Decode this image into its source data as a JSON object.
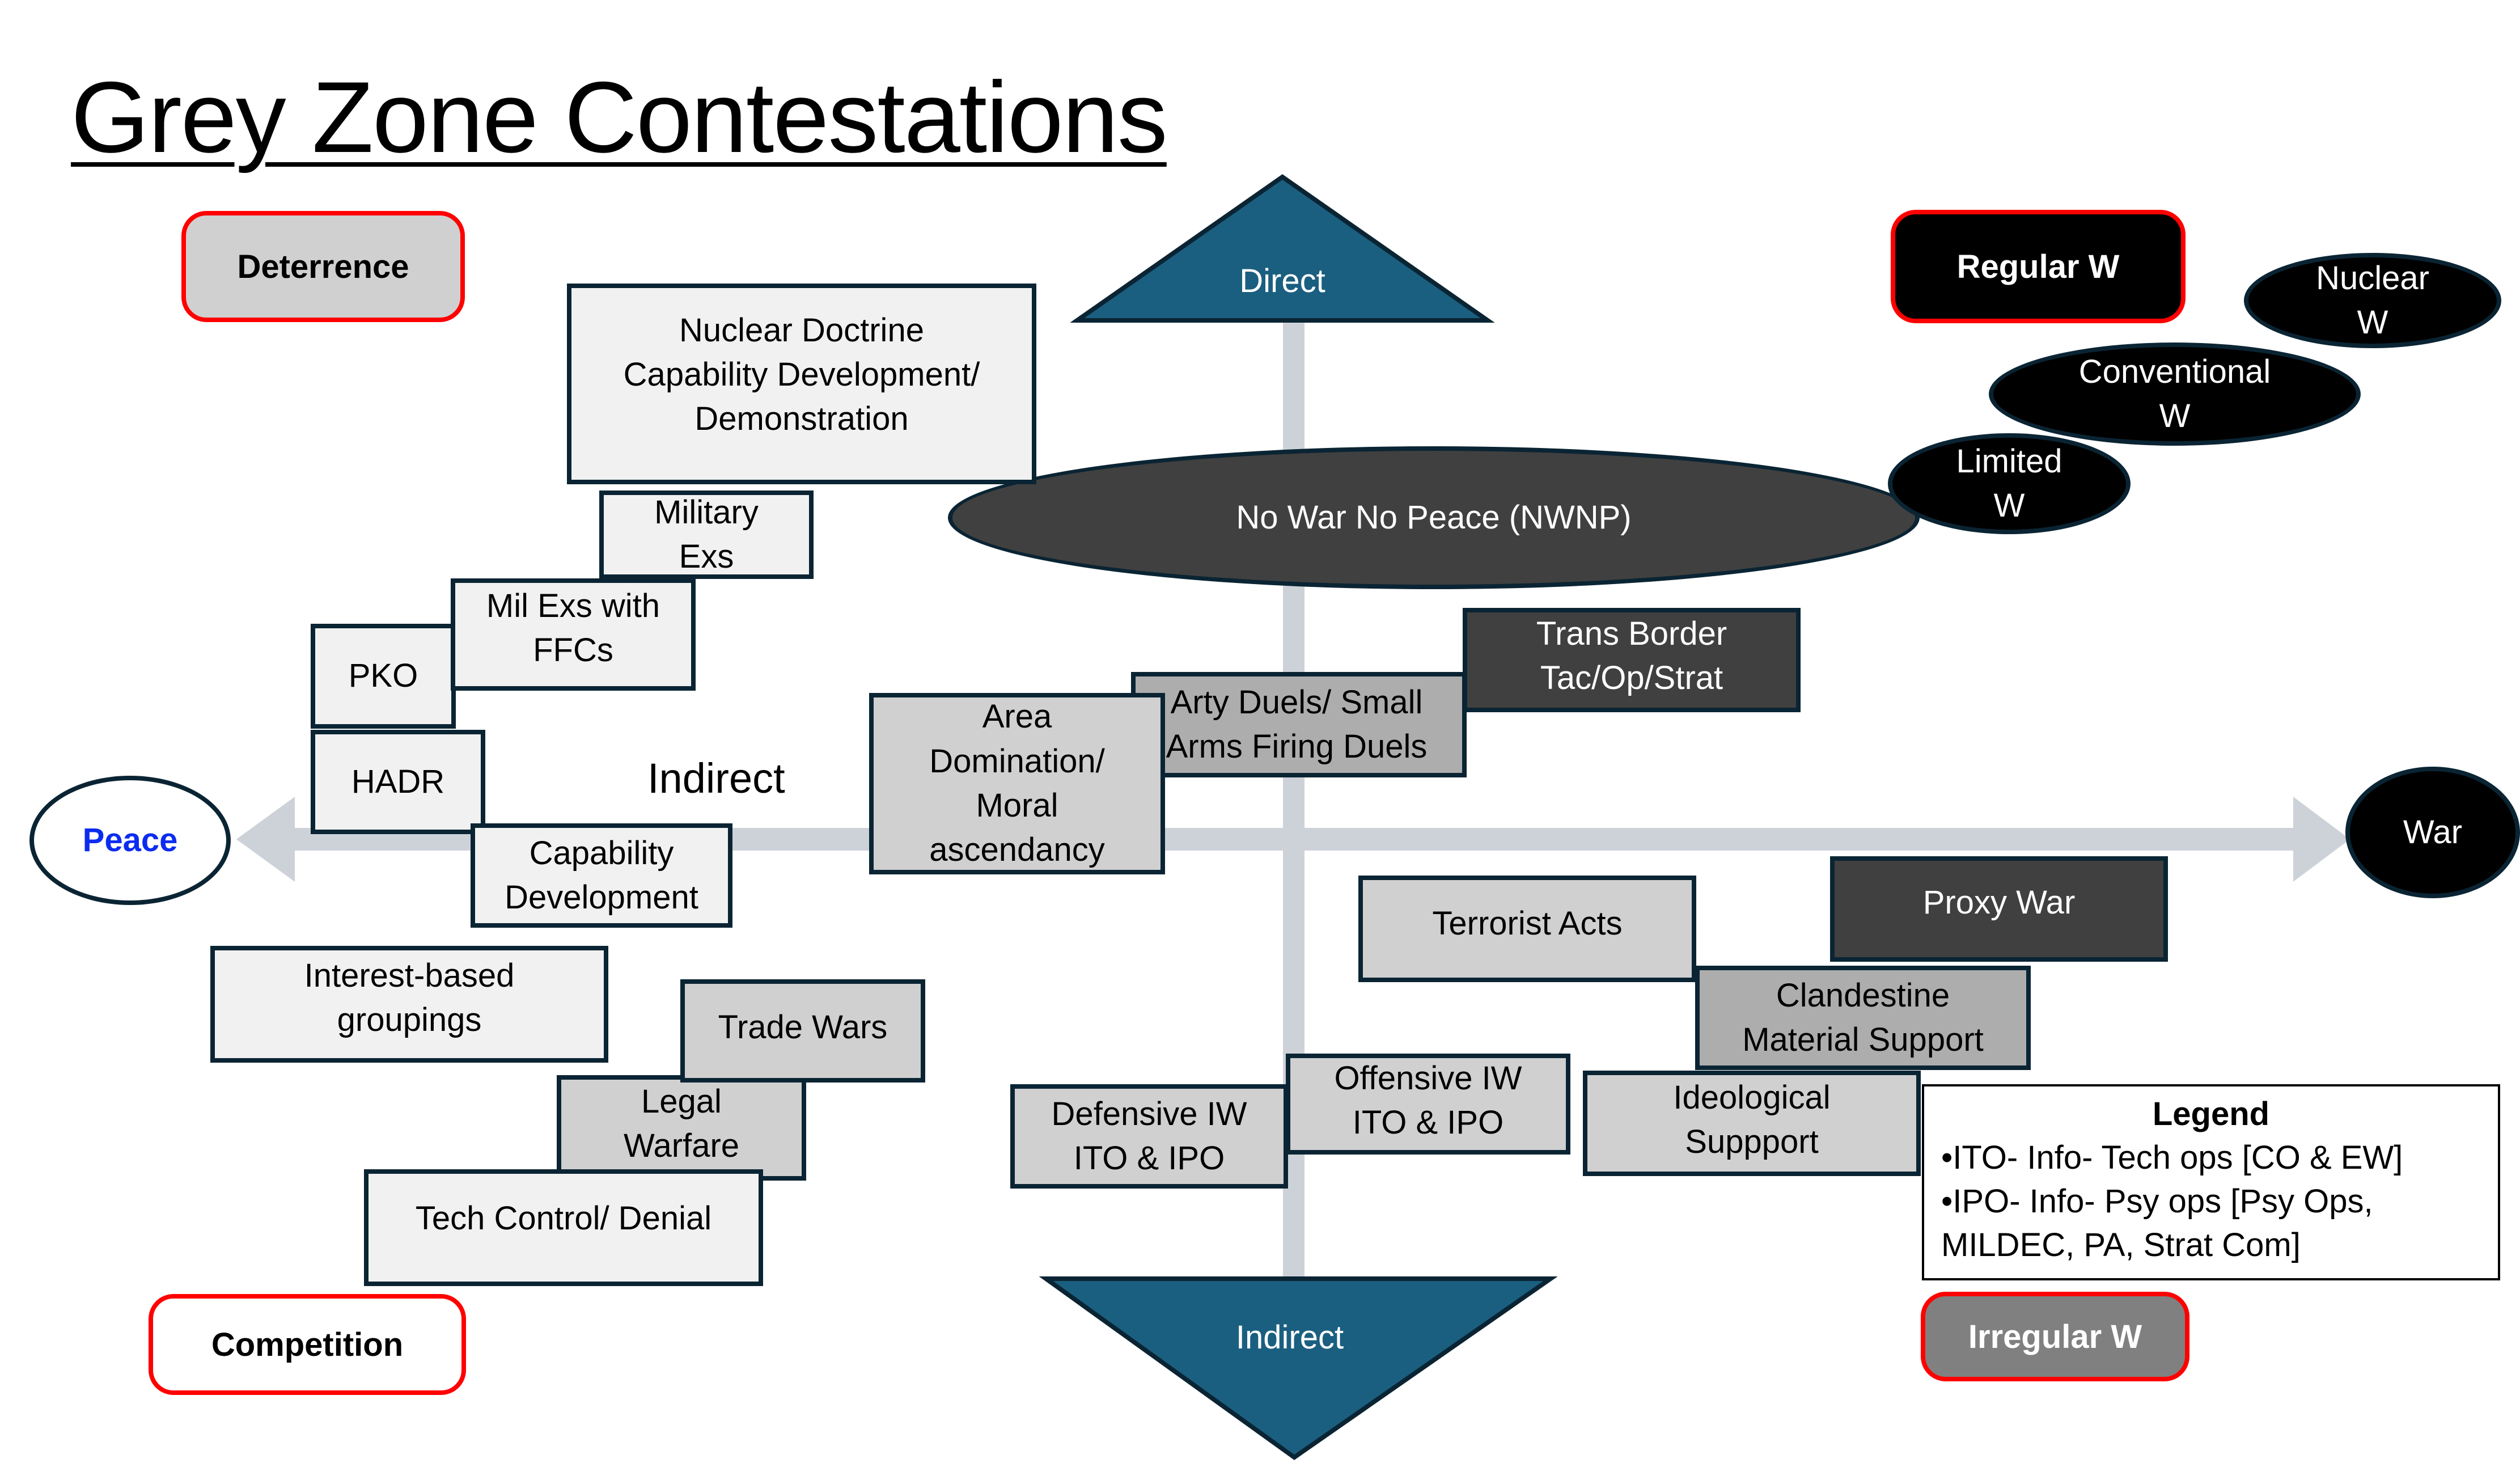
{
  "title": "Grey Zone Contestations",
  "colors": {
    "accent_red": "#ff0000",
    "triangle_blue": "#1a5f80",
    "axis_grey": "#cdd2d9",
    "peace_text": "#0b2cf0",
    "box_border": "#0a2433"
  },
  "axes": {
    "top_label": "Direct",
    "bottom_label": "Indirect",
    "left_end": "Peace",
    "right_end": "War",
    "inline_indirect_label": "Indirect"
  },
  "categories": {
    "deterrence": "Deterrence",
    "competition": "Competition",
    "regular_war": "Regular W",
    "irregular_war": "Irregular W"
  },
  "center": {
    "nwnp": "No War No Peace (NWNP)"
  },
  "regular_war_types": [
    "Limited\nW",
    "Conventional\nW",
    "Nuclear\nW"
  ],
  "upper_left": {
    "nuclear_doctrine": "Nuclear Doctrine\nCapability Development/\nDemonstration",
    "military_exs": "Military\nExs",
    "mil_exs_ffcs": "Mil Exs with\nFFCs",
    "pko": "PKO",
    "hadr": "HADR",
    "capability_development": "Capability\nDevelopment"
  },
  "upper_right": {
    "area_domination": "Area\nDomination/\nMoral\nascendancy",
    "arty_duels": "Arty Duels/ Small\nArms Firing Duels",
    "trans_border": "Trans Border\nTac/Op/Strat"
  },
  "lower_left": {
    "interest_groupings": "Interest-based\ngroupings",
    "trade_wars": "Trade Wars",
    "legal_warfare": "Legal\nWarfare",
    "tech_control": "Tech Control/ Denial"
  },
  "lower_right": {
    "terrorist_acts": "Terrorist Acts",
    "proxy_war": "Proxy War",
    "clandestine_support": "Clandestine\nMaterial Support",
    "offensive_iw": "Offensive IW\nITO & IPO",
    "defensive_iw": "Defensive IW\nITO & IPO",
    "ideological_support": "Ideological\nSuppport"
  },
  "legend": {
    "heading": "Legend",
    "items": [
      "•ITO- Info- Tech ops [CO &  EW]",
      "•IPO- Info- Psy ops [Psy Ops, MILDEC, PA, Strat Com]"
    ]
  }
}
